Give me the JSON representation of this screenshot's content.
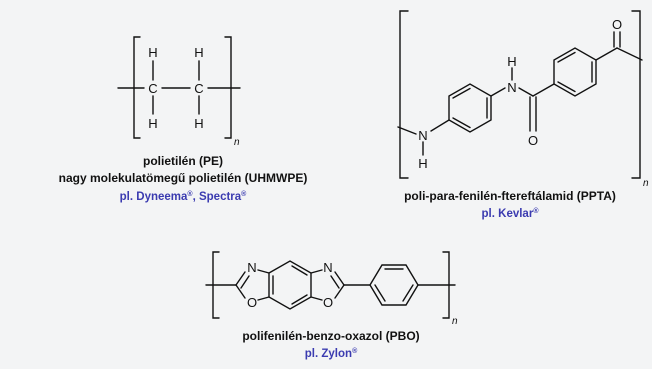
{
  "colors": {
    "ink": "#111111",
    "accent": "#3b3bb0",
    "background": "#f3f4f5"
  },
  "pe": {
    "atoms": {
      "h": "H",
      "c": "C",
      "n": "n"
    },
    "caption_line1": "polietilén (PE)",
    "caption_line2": "nagy molekulatömegű polietilén (UHMWPE)",
    "examples_prefix": "pl. ",
    "brand1": "Dyneema",
    "sep": ", ",
    "brand2": "Spectra",
    "reg": "®"
  },
  "ppta": {
    "atoms": {
      "h": "H",
      "n_atom": "N",
      "o": "O",
      "n": "n"
    },
    "caption": "poli-para-fenilén-ftereftálamid (PPTA)",
    "examples_prefix": "pl. ",
    "brand": "Kevlar",
    "reg": "®"
  },
  "pbo": {
    "atoms": {
      "n_atom": "N",
      "o": "O",
      "n": "n"
    },
    "caption": "polifenilén-benzo-oxazol (PBO)",
    "examples_prefix": "pl. ",
    "brand": "Zylon",
    "reg": "®"
  }
}
